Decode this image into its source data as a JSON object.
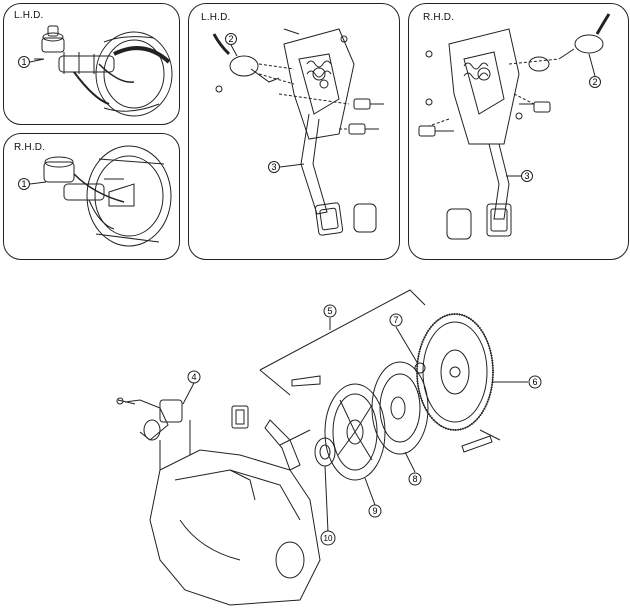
{
  "panels": {
    "top_left": {
      "title": "L.H.D."
    },
    "mid_left": {
      "title": "R.H.D."
    },
    "top_center": {
      "title": "L.H.D."
    },
    "top_right": {
      "title": "R.H.D."
    }
  },
  "callouts": {
    "tl_1": "1",
    "ml_1": "1",
    "tc_2": "2",
    "tc_3": "3",
    "tr_2": "2",
    "tr_3": "3",
    "b_4": "4",
    "b_5": "5",
    "b_6": "6",
    "b_7": "7",
    "b_8": "8",
    "b_9": "9",
    "b_10": "10"
  }
}
